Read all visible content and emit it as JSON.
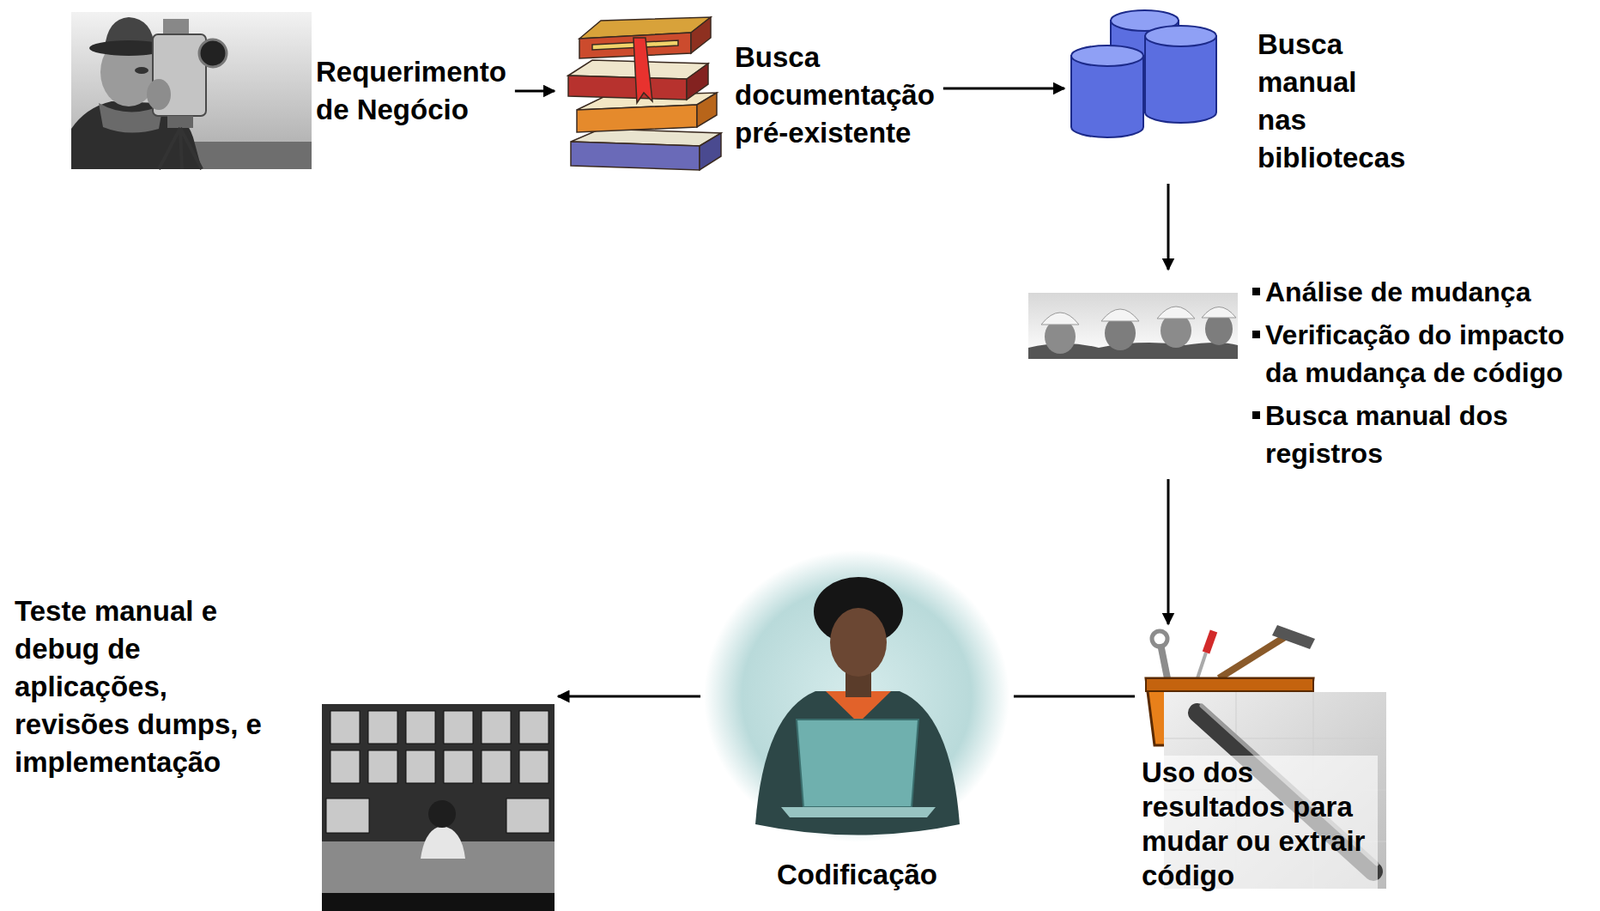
{
  "diagram": {
    "nodes": [
      {
        "text": [
          "Requerimento de Negócio"
        ]
      },
      {
        "text": [
          "Busca documentação pré-existente"
        ]
      },
      {
        "text": [
          "Busca manual nas bibliotecas"
        ]
      },
      {
        "text": [
          "Análise de mudança",
          "Verificação do impacto da mudança de código",
          "Busca manual dos registros"
        ]
      },
      {
        "text": [
          "Uso dos resultados para mudar ou extrair código"
        ]
      },
      {
        "text": [
          "Codificação"
        ]
      },
      {
        "text": [
          "Teste manual e debug de aplicações, revisões dumps, e implementação"
        ]
      }
    ],
    "edges": [
      {
        "from": 0,
        "to": 1,
        "arrow": "to"
      },
      {
        "from": 1,
        "to": 2,
        "arrow": "to"
      },
      {
        "from": 2,
        "to": 3,
        "arrow": "to"
      },
      {
        "from": 3,
        "to": 4,
        "arrow": "to"
      },
      {
        "from": 4,
        "to": 5,
        "arrow": "none"
      },
      {
        "from": 5,
        "to": 6,
        "arrow": "to"
      }
    ]
  }
}
